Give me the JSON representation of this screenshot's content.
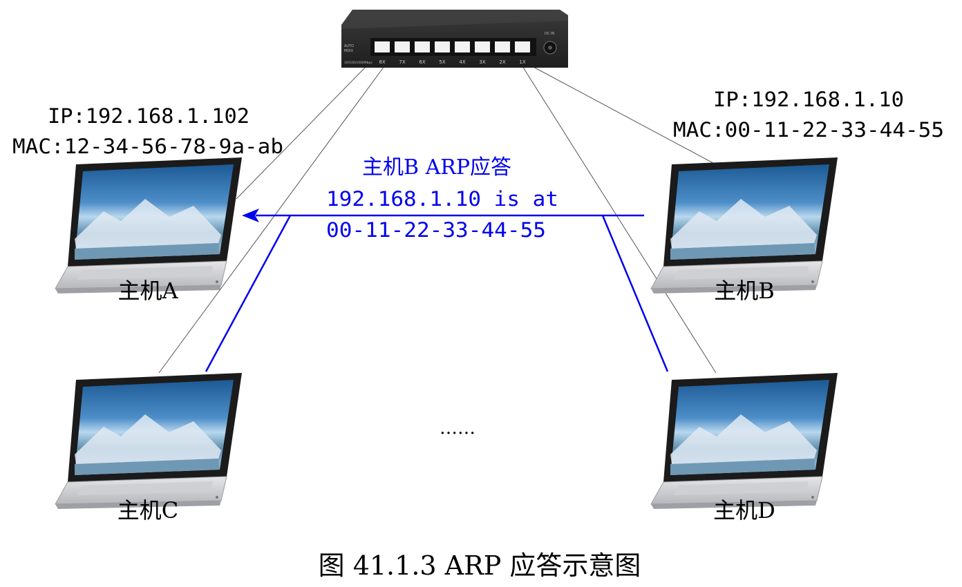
{
  "switch": {
    "ports": [
      "8X",
      "7X",
      "6X",
      "5X",
      "4X",
      "3X",
      "2X",
      "1X"
    ],
    "side_label_1": "AUTO",
    "side_label_2": "MDIX",
    "speed_label": "10/100/1000Mbps",
    "power_label": "DC IN"
  },
  "hosts": {
    "a": {
      "label": "主机A",
      "ip": "IP:192.168.1.102",
      "mac": "MAC:12-34-56-78-9a-ab"
    },
    "b": {
      "label": "主机B",
      "ip": "IP:192.168.1.10",
      "mac": "MAC:00-11-22-33-44-55"
    },
    "c": {
      "label": "主机C"
    },
    "d": {
      "label": "主机D"
    }
  },
  "reply": {
    "title": "主机B ARP应答",
    "line1": "192.168.1.10 is at",
    "line2": "00-11-22-33-44-55"
  },
  "ellipsis": "……",
  "caption": "图 41.1.3 ARP 应答示意图",
  "colors": {
    "reply": "#0000ee",
    "cable": "#555555",
    "text": "#000000",
    "switch_body": "#2b2b2b"
  }
}
